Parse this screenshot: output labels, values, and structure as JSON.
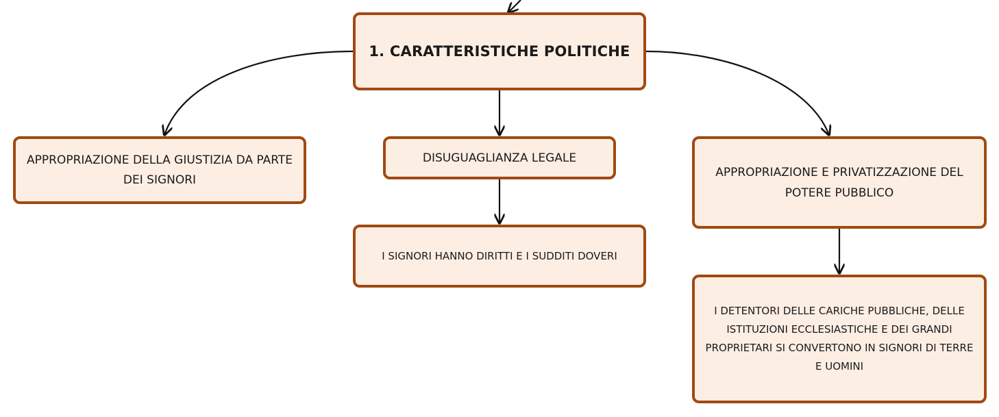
{
  "map": {
    "root": {
      "label": "1. CARATTERISTICHE POLITICHE"
    },
    "left": {
      "label": "APPROPRIAZIONE DELLA GIUSTIZIA DA PARTE DEI SIGNORI"
    },
    "middle": {
      "label": "DISUGUAGLIANZA LEGALE",
      "child": {
        "label": "I SIGNORI HANNO DIRITTI E I SUDDITI DOVERI"
      }
    },
    "right": {
      "label": "APPROPRIAZIONE E PRIVATIZZAZIONE DEL POTERE PUBBLICO",
      "child": {
        "label": "I DETENTORI DELLE CARICHE PUBBLICHE, DELLE ISTITUZIONI ECCLESIASTICHE E DEI GRANDI PROPRIETARI SI CONVERTONO IN SIGNORI DI TERRE E UOMINI"
      }
    }
  },
  "colors": {
    "node_fill": "#fdeee4",
    "node_border": "#a04a12",
    "connector": "#111111"
  }
}
